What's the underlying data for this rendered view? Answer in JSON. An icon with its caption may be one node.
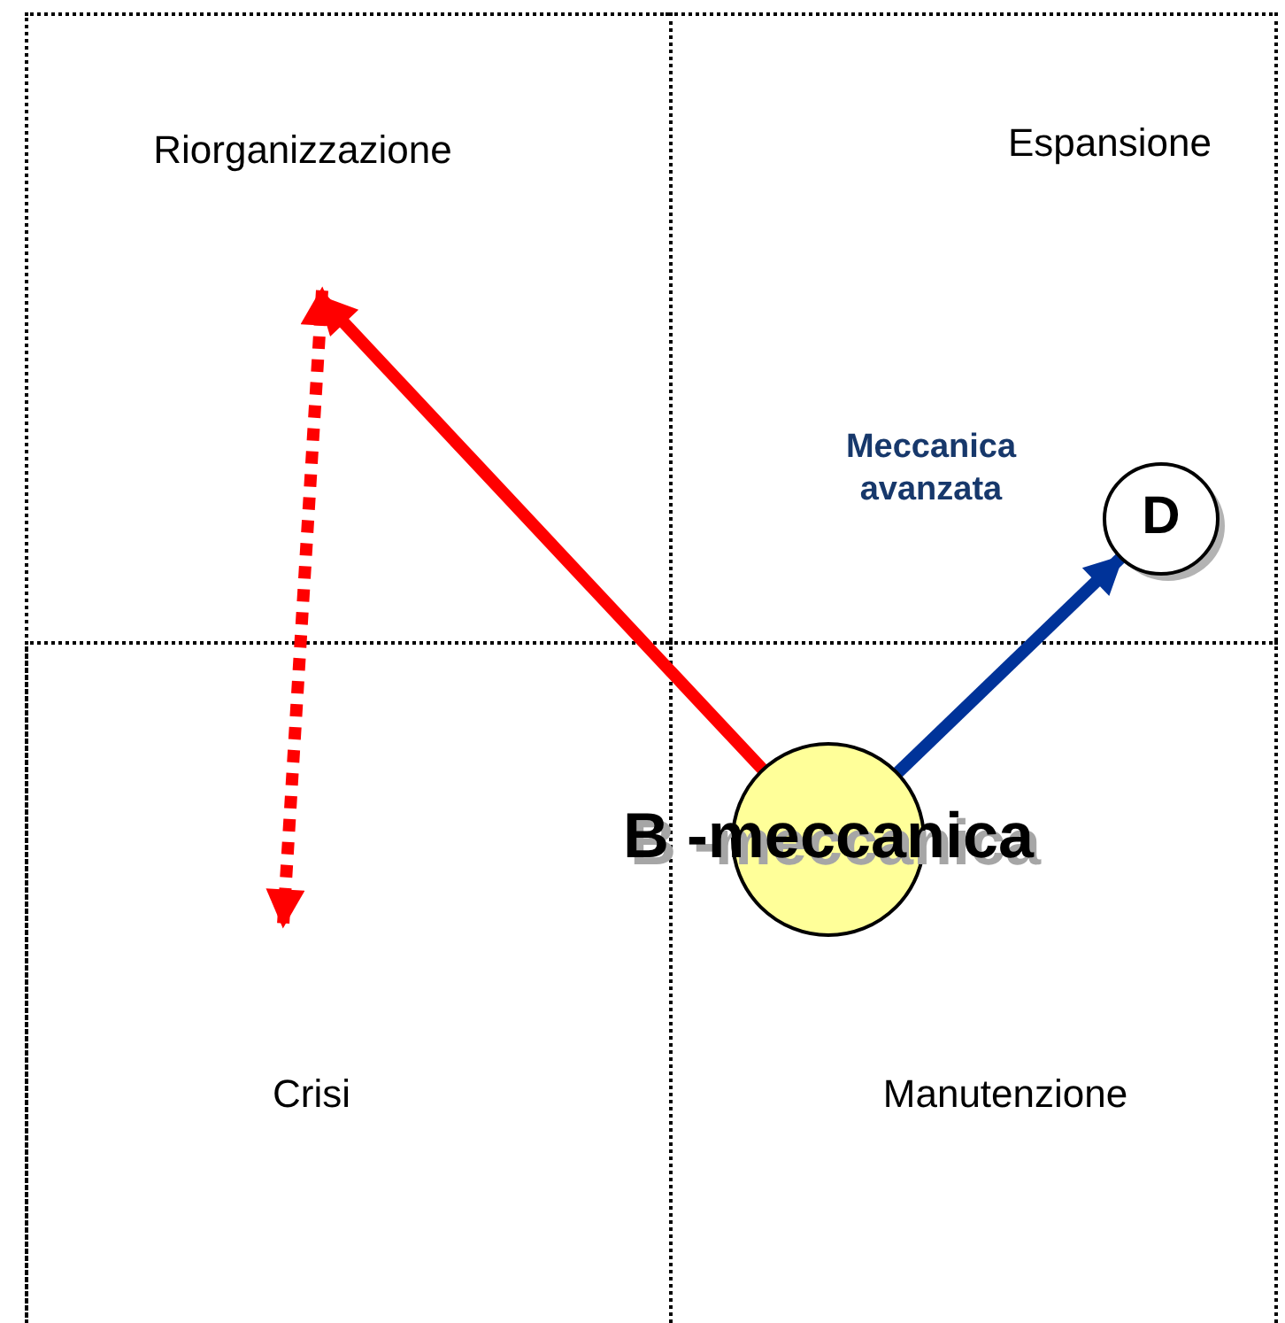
{
  "diagram": {
    "nodes": [
      {
        "text": [
          "D"
        ],
        "beside": [
          "Meccanica avanzata"
        ]
      },
      {
        "text": [
          "B -meccanica"
        ]
      }
    ],
    "edges": [
      {
        "from": 1,
        "to": null,
        "arrow": "to"
      },
      {
        "from": 1,
        "to": 0,
        "arrow": "to",
        "color": "#003399"
      }
    ],
    "labels": [
      "Riorganizzazione",
      "Espansione",
      "Crisi",
      "Manutenzione"
    ]
  }
}
